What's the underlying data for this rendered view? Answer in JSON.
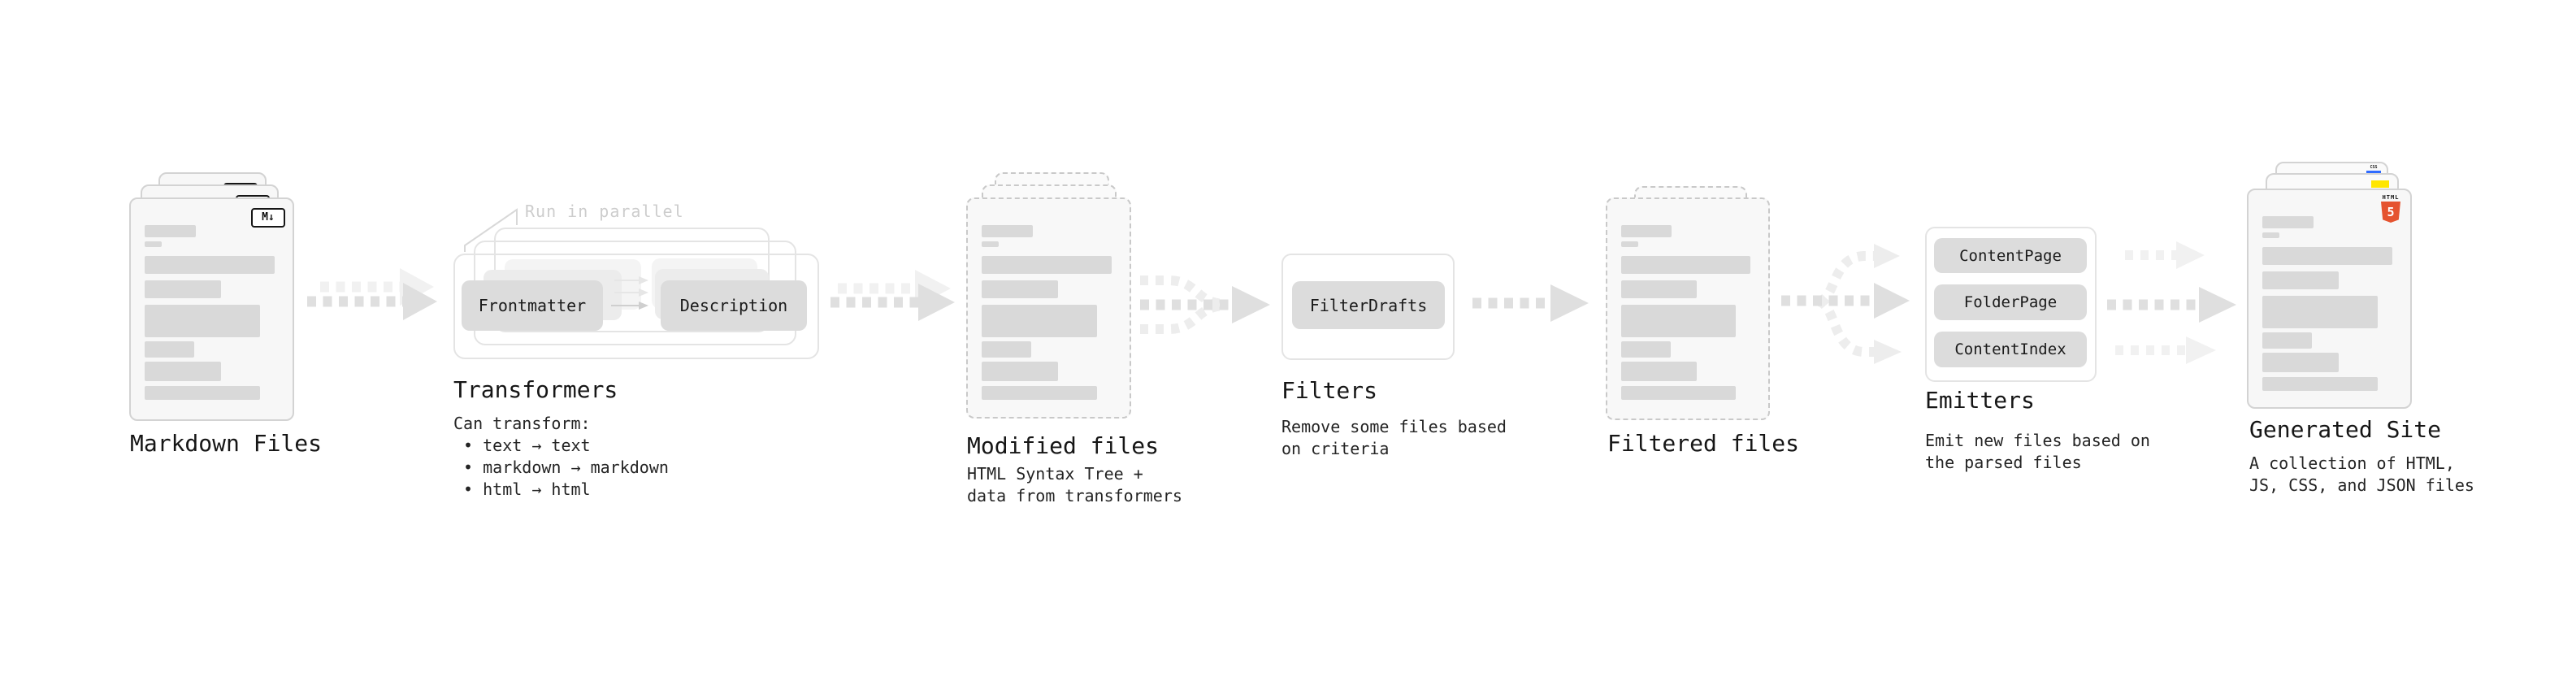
{
  "stages": {
    "markdown_files": {
      "title": "Markdown Files",
      "badge": "M↓"
    },
    "transformers": {
      "title": "Transformers",
      "annotation": "Run in parallel",
      "step_1": "Frontmatter",
      "step_2": "Description",
      "subtitle_lines": [
        "Can transform:",
        " • text → text",
        " • markdown → markdown",
        " • html → html"
      ]
    },
    "modified_files": {
      "title": "Modified files",
      "subtitle_lines": [
        "HTML Syntax Tree +",
        "data from transformers"
      ]
    },
    "filters": {
      "title": "Filters",
      "filter_name": "FilterDrafts",
      "subtitle_lines": [
        "Remove some files based",
        "on criteria"
      ]
    },
    "filtered_files": {
      "title": "Filtered files"
    },
    "emitters": {
      "title": "Emitters",
      "emitter_1": "ContentPage",
      "emitter_2": "FolderPage",
      "emitter_3": "ContentIndex",
      "subtitle_lines": [
        "Emit new files based on",
        "the parsed files"
      ]
    },
    "generated_site": {
      "title": "Generated Site",
      "subtitle_lines": [
        "A collection of HTML,",
        "JS, CSS, and JSON files"
      ],
      "file_badges": {
        "css_label": "CSS",
        "html_label": "HTML",
        "html_number": "5"
      }
    }
  },
  "colors": {
    "arrow_dark": "#dfdfdf",
    "arrow_light": "#f1f1f1",
    "accent_html5": "#e5532f",
    "accent_js": "#ffe600",
    "accent_css": "#2f6bff"
  }
}
